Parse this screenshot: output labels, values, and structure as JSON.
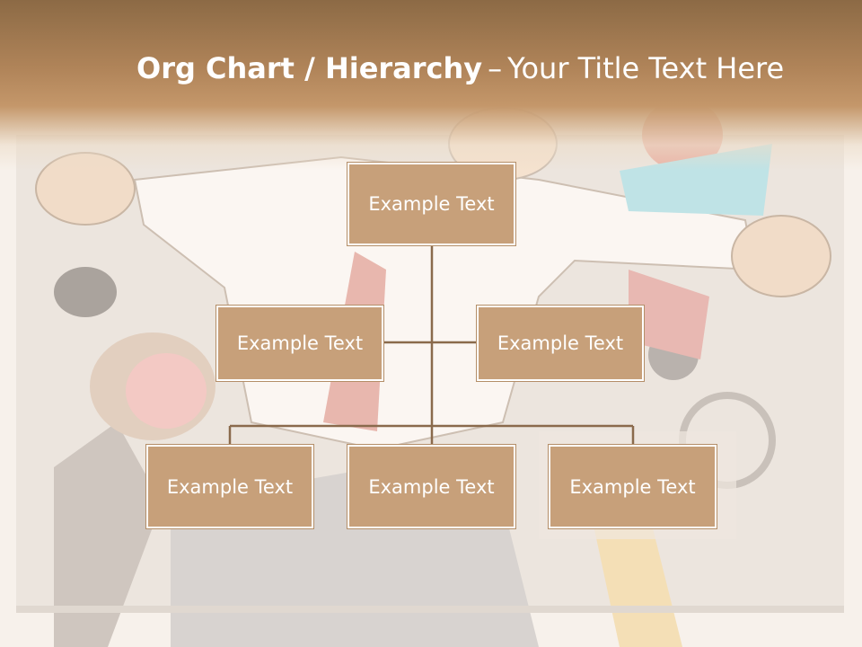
{
  "slide": {
    "title_bold": "Org Chart / Hierarchy",
    "title_separator": "–",
    "title_rest": "Your Title Text Here"
  },
  "org_chart": {
    "top": "Example Text",
    "assistants": [
      "Example Text",
      "Example Text"
    ],
    "children": [
      "Example Text",
      "Example Text",
      "Example Text"
    ]
  },
  "colors": {
    "node_fill": "#c7a07a",
    "node_border": "#ffffff",
    "connector": "#8a6a4c",
    "title_band": "#b08459",
    "title_text": "#ffffff"
  }
}
